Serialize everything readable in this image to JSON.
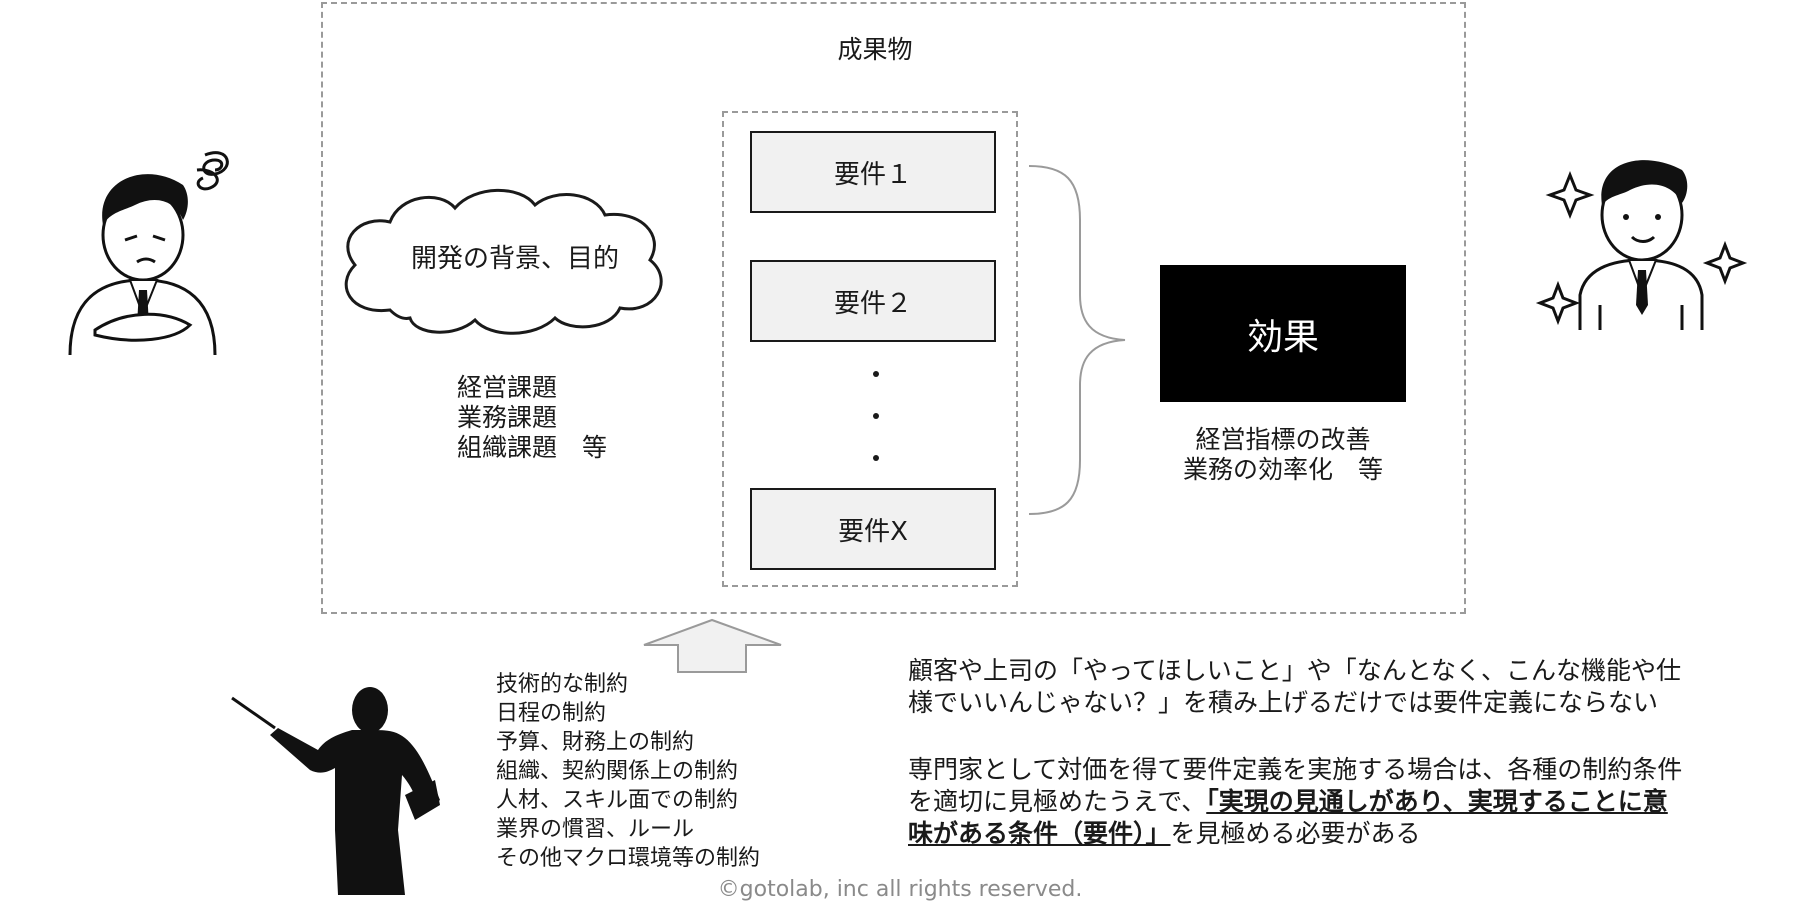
{
  "deliverable_title": "成果物",
  "background": {
    "cloud_label": "開発の背景、目的",
    "items": [
      "経営課題",
      "業務課題",
      "組織課題　等"
    ]
  },
  "requirements": [
    "要件１",
    "要件２",
    "要件X"
  ],
  "effect": {
    "label": "効果",
    "items": [
      "経営指標の改善",
      "業務の効率化　等"
    ]
  },
  "constraints": [
    "技術的な制約",
    "日程の制約",
    "予算、財務上の制約",
    "組織、契約関係上の制約",
    "人材、スキル面での制約",
    "業界の慣習、ルール",
    "その他マクロ環境等の制約"
  ],
  "message": {
    "para1_line1": "顧客や上司の「やってほしいこと」や「なんとなく、こんな機能や仕",
    "para1_line2": "様でいいんじゃない？」を積み上げるだけでは要件定義にならない",
    "para2_line1": "専門家として対価を得て要件定義を実施する場合は、各種の制約条件",
    "para2_line2_pre": "を適切に見極めたうえで、",
    "para2_line2_strong": "「実現の見通しがあり、実現することに意",
    "para2_line3_strong": "味がある条件（要件）」",
    "para2_line3_post": "を見極める必要がある"
  },
  "copyright": "©gotolab, inc  all rights reserved."
}
